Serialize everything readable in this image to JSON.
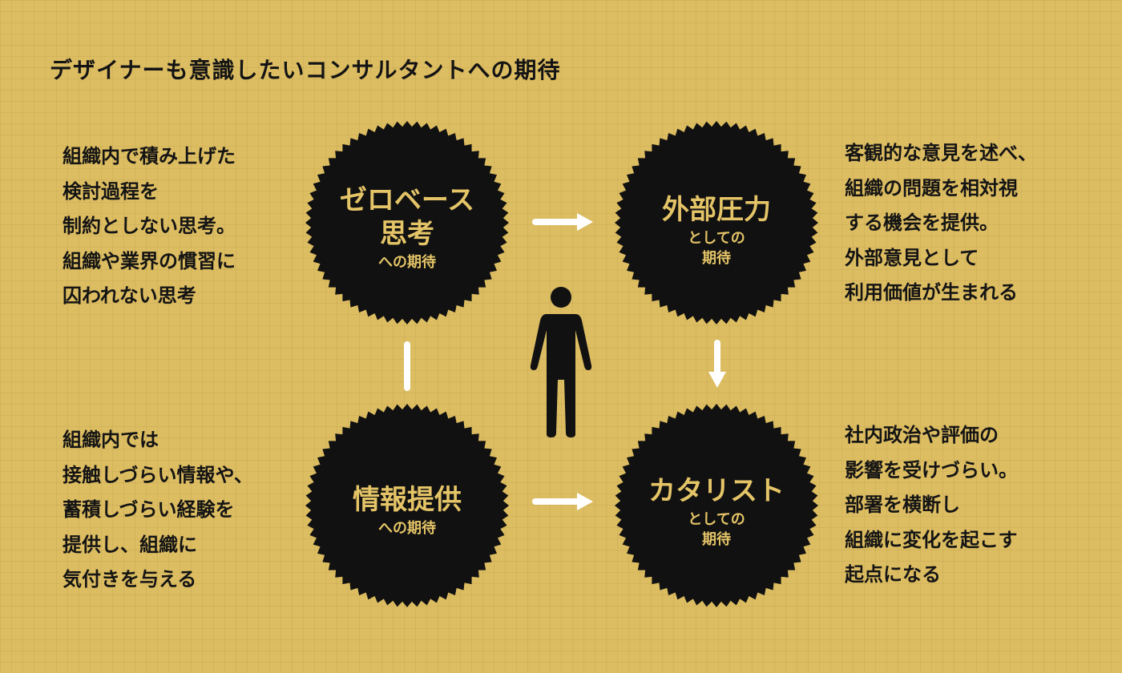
{
  "title": "デザイナーも意識したいコンサルタントへの期待",
  "left_top_desc": [
    "組織内で積み上げた",
    "検討過程を",
    "制約としない思考。",
    "組織や業界の慣習に",
    "囚われない思考"
  ],
  "left_bottom_desc": [
    "組織内では",
    "接触しづらい情報や、",
    "蓄積しづらい経験を",
    "提供し、組織に",
    "気付きを与える"
  ],
  "right_top_desc": [
    "客観的な意見を述べ、",
    "組織の問題を相対視",
    "する機会を提供。",
    "外部意見として",
    "利用価値が生まれる"
  ],
  "right_bottom_desc": [
    "社内政治や評価の",
    "影響を受けづらい。",
    "部署を横断し",
    "組織に変化を起こす",
    "起点になる"
  ],
  "circles": {
    "zero_base": {
      "main": [
        "ゼロベース",
        "思考"
      ],
      "sub": [
        "への期待"
      ]
    },
    "external": {
      "main": [
        "外部圧力"
      ],
      "sub": [
        "としての",
        "期待"
      ]
    },
    "info": {
      "main": [
        "情報提供"
      ],
      "sub": [
        "への期待"
      ]
    },
    "catalyst": {
      "main": [
        "カタリスト"
      ],
      "sub": [
        "としての",
        "期待"
      ]
    }
  },
  "colors": {
    "background": "#ddbd62",
    "circle": "#111111",
    "circle_text": "#e4c467",
    "arrow": "#ffffff"
  },
  "icons": {
    "person": "person-icon"
  }
}
